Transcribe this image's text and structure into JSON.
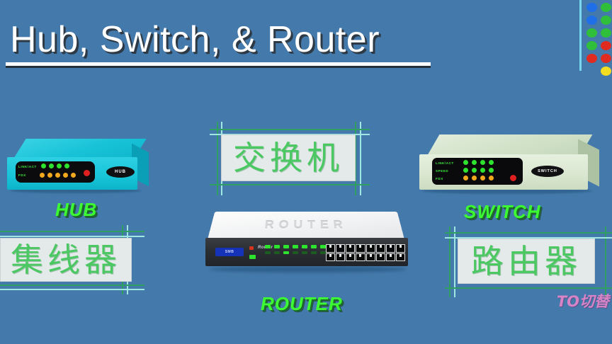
{
  "slide": {
    "title": "Hub, Switch, & Router",
    "background_color": "#4479ab"
  },
  "logo": {
    "name": "color-dot-grid-logo",
    "line_color": "#79d8ef",
    "dots": [
      {
        "color": "#1f6fe8"
      },
      {
        "color": "#1f6fe8"
      },
      {
        "color": "#1f6fe8"
      },
      {
        "color": "#2fbf3a"
      },
      {
        "color": "#2fbf3a"
      },
      {
        "color": "#2fbf3a"
      },
      {
        "color": "#2fbf3a"
      },
      {
        "color": "#e02b20"
      },
      {
        "color": "#e02b20"
      },
      {
        "color": "#e02b20"
      },
      {
        "color": "#4479ab"
      },
      {
        "color": "#f2dd22"
      }
    ]
  },
  "devices": {
    "hub": {
      "caption": "HUB",
      "badge": "HUB",
      "chinese_label": "集线器",
      "chassis_color": "#17c4d8",
      "led_rows": [
        {
          "label": "LINK/ACT",
          "color": "#2ee32e",
          "count": 4
        },
        {
          "label": "FDX",
          "color": "#f2a81e",
          "count": 5
        }
      ],
      "power_led_color": "#e01f1f"
    },
    "switch": {
      "caption": "SWITCH",
      "badge": "SWITCH",
      "chinese_label": "交换机",
      "chassis_color": "#d9e6d0",
      "led_rows": [
        {
          "label": "LINK/ACT",
          "color": "#2ee32e",
          "count": 4
        },
        {
          "label": "SPEED",
          "color": "#2ee32e",
          "count": 4
        },
        {
          "label": "FDX",
          "color": "#f2a81e",
          "count": 4
        }
      ],
      "power_led_color": "#e01f1f"
    },
    "router": {
      "caption": "ROUTER",
      "top_text": "ROUTER",
      "chinese_label": "路由器",
      "brand_text": "Router",
      "blue_badge_text": "SMB",
      "chassis_color": "#f2f3f4",
      "front_color": "#2b2e33",
      "port_count": 16,
      "port_rows": 2
    }
  },
  "watermark": {
    "text": "TO切替",
    "color": "#e486c9"
  },
  "accents": {
    "caption_green": "#3dfb32",
    "label_green": "#4cc863",
    "frame_green": "#2f9e63",
    "frame_teal": "#9fe7e2",
    "plate_bg": "#e4e9ea"
  }
}
